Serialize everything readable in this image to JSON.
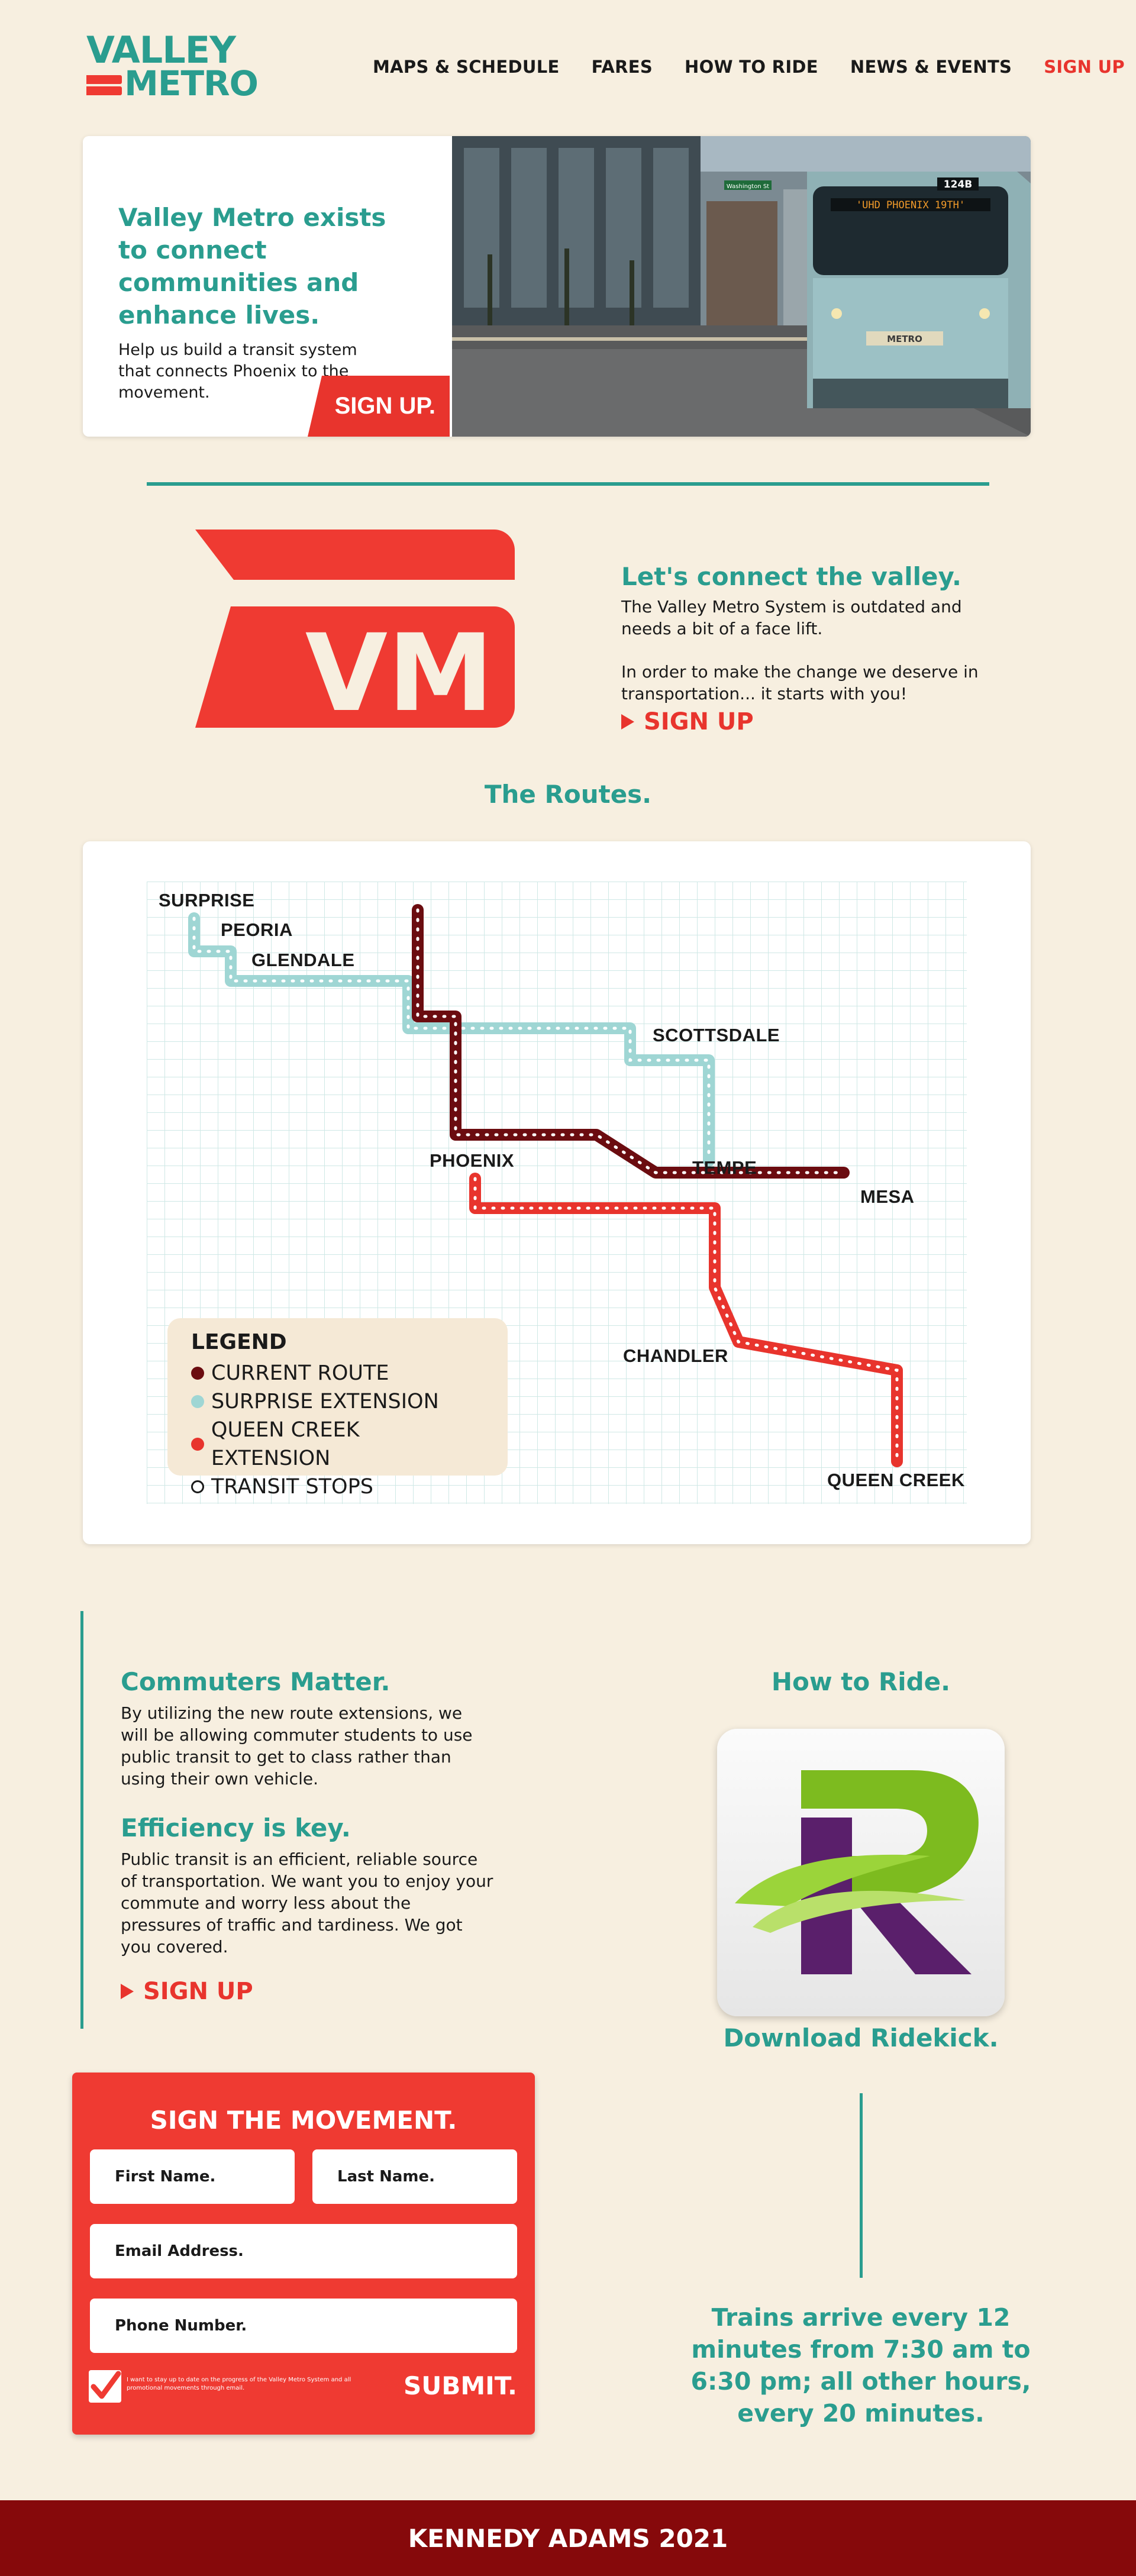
{
  "brand": {
    "line1": "VALLEY",
    "line2": "METRO"
  },
  "nav": [
    {
      "label": "MAPS & SCHEDULE"
    },
    {
      "label": "FARES"
    },
    {
      "label": "HOW TO RIDE"
    },
    {
      "label": "NEWS & EVENTS"
    },
    {
      "label": "SIGN UP"
    }
  ],
  "hero": {
    "title": "Valley Metro exists to connect communities and enhance lives.",
    "subtitle": "Help us build a transit system that connects Phoenix to the movement.",
    "button": "SIGN UP.",
    "train_number": "124B",
    "train_sign": "'UHD PHOENIX 19TH'",
    "train_brand": "METRO",
    "street_sign": "Washington St"
  },
  "vm": {
    "logo_text": "VM",
    "title": "Let's connect the valley.",
    "p1": "The Valley Metro System is outdated and needs a bit of a face lift.",
    "p2": "In order to make the change we deserve in transportation... it starts with you!",
    "link": "SIGN UP"
  },
  "routes": {
    "title": "The Routes.",
    "stations": {
      "surprise": "SURPRISE",
      "peoria": "PEORIA",
      "glendale": "GLENDALE",
      "scottsdale": "SCOTTSDALE",
      "phoenix": "PHOENIX",
      "tempe": "TEMPE",
      "mesa": "MESA",
      "chandler": "CHANDLER",
      "queen_creek": "QUEEN CREEK"
    },
    "legend": {
      "title": "LEGEND",
      "items": [
        {
          "label": "CURRENT ROUTE",
          "color": "#6b0c10"
        },
        {
          "label": "SURPRISE EXTENSION",
          "color": "#9fd6d4"
        },
        {
          "label": "QUEEN CREEK EXTENSION",
          "color": "#e8342d"
        },
        {
          "label": "TRANSIT STOPS",
          "color": "#ffffff"
        }
      ]
    }
  },
  "commuters": {
    "title": "Commuters Matter.",
    "body": "By utilizing the new route extensions, we will be allowing commuter students to use public transit to get to class rather than using their own vehicle.",
    "title2": "Efficiency is key.",
    "body2": "Public transit is an efficient, reliable source of transportation. We want you to enjoy your commute and worry less about the pressures of traffic and tardiness. We got you covered.",
    "link": "SIGN UP"
  },
  "ride": {
    "title": "How to Ride.",
    "download": "Download Ridekick.",
    "schedule": "Trains arrive every 12 minutes from 7:30 am to 6:30 pm; all other hours, every 20 minutes."
  },
  "form": {
    "title": "SIGN THE MOVEMENT.",
    "first_name": "First Name.",
    "last_name": "Last Name.",
    "email": "Email Address.",
    "phone": "Phone Number.",
    "consent": "I want to stay up to date on the progress of the Valley Metro System and all promotional movements through email.",
    "checked": true,
    "submit": "SUBMIT."
  },
  "footer": {
    "text": "KENNEDY ADAMS 2021"
  }
}
